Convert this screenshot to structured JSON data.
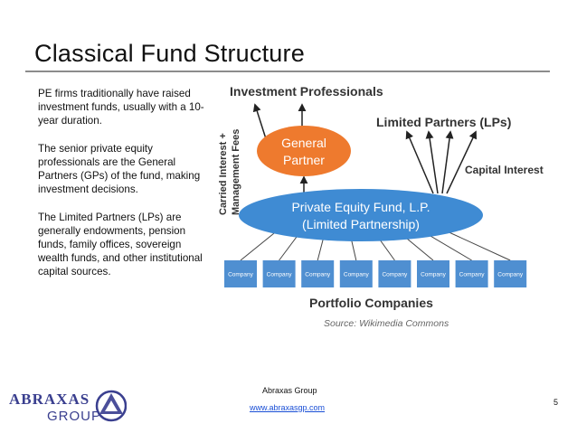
{
  "slide": {
    "title": "Classical Fund Structure",
    "paragraphs": [
      "PE firms traditionally have raised investment funds, usually with a 10-year duration.",
      "The senior private equity professionals are the General Partners (GPs) of the fund, making investment decisions.",
      "The Limited Partners (LPs) are generally endowments, pension funds, family offices, sovereign wealth funds, and other institutional capital sources."
    ],
    "source": "Source: Wikimedia Commons",
    "footer_name": "Abraxas Group",
    "footer_url": "www.abraxasgp.com",
    "page_number": "5"
  },
  "diagram": {
    "investment_professionals": "Investment Professionals",
    "general_partner_line1": "General",
    "general_partner_line2": "Partner",
    "limited_partners": "Limited Partners (LPs)",
    "capital_interest": "Capital Interest",
    "carried_interest_line1": "Carried Interest +",
    "carried_interest_line2": "Management Fees",
    "fund_line1": "Private Equity Fund, L.P.",
    "fund_line2": "(Limited Partnership)",
    "portfolio_companies": "Portfolio Companies",
    "company_label": "Company",
    "company_count": 8,
    "colors": {
      "gp_orange": "#ee7a2e",
      "fund_blue": "#3f8bd3",
      "company_blue": "#4f8fd1"
    }
  },
  "logo": {
    "line1": "ABRAXAS",
    "line2": "GROUP",
    "colors": {
      "text": "#3a3f8f",
      "triangle": "#4b4f9a"
    }
  }
}
